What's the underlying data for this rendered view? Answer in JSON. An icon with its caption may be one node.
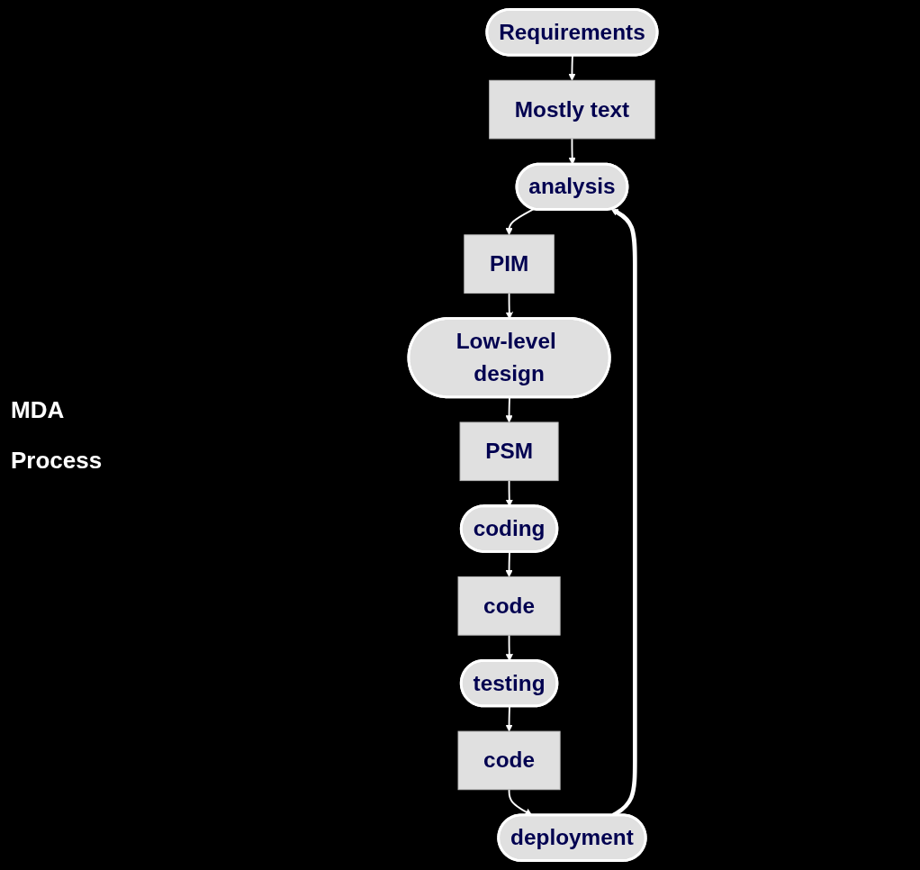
{
  "diagram": {
    "nodes": [
      {
        "text": [
          "Requirements"
        ]
      },
      {
        "text": [
          "Mostly text"
        ]
      },
      {
        "text": [
          "analysis"
        ]
      },
      {
        "text": [
          "PIM"
        ]
      },
      {
        "text": [
          "Low-level design"
        ]
      },
      {
        "text": [
          "PSM"
        ]
      },
      {
        "text": [
          "coding"
        ]
      },
      {
        "text": [
          "code"
        ]
      },
      {
        "text": [
          "testing"
        ]
      },
      {
        "text": [
          "code"
        ]
      },
      {
        "text": [
          "deployment"
        ]
      }
    ],
    "edges": [
      {
        "from": 0,
        "to": 1,
        "arrow": "to"
      },
      {
        "from": 1,
        "to": 2,
        "arrow": "to"
      },
      {
        "from": 2,
        "to": 3,
        "arrow": "to"
      },
      {
        "from": 3,
        "to": 4,
        "arrow": "to"
      },
      {
        "from": 4,
        "to": 5,
        "arrow": "to"
      },
      {
        "from": 5,
        "to": 6,
        "arrow": "to"
      },
      {
        "from": 6,
        "to": 7,
        "arrow": "to"
      },
      {
        "from": 7,
        "to": 8,
        "arrow": "to"
      },
      {
        "from": 8,
        "to": 9,
        "arrow": "to"
      },
      {
        "from": 9,
        "to": 10,
        "arrow": "to"
      },
      {
        "from": 10,
        "to": 2,
        "arrow": "to",
        "style": "thick"
      }
    ],
    "labels": [
      "MDA Process"
    ]
  }
}
